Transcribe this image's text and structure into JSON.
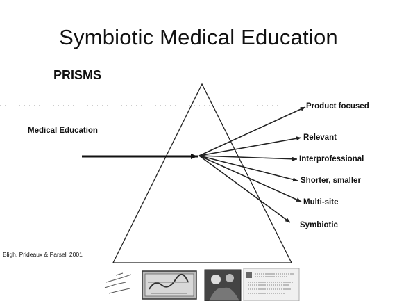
{
  "slide": {
    "title": "Symbiotic Medical Education",
    "subtitle": "PRISMS",
    "input_label": "Medical Education",
    "outputs": [
      "Product focused",
      "Relevant",
      "Interprofessional",
      "Shorter, smaller",
      "Multi-site",
      "Symbiotic"
    ],
    "citation": "Bligh, Prideaux & Parsell 2001"
  },
  "colors": {
    "text": "#111111",
    "line": "#222222",
    "background": "#ffffff"
  }
}
